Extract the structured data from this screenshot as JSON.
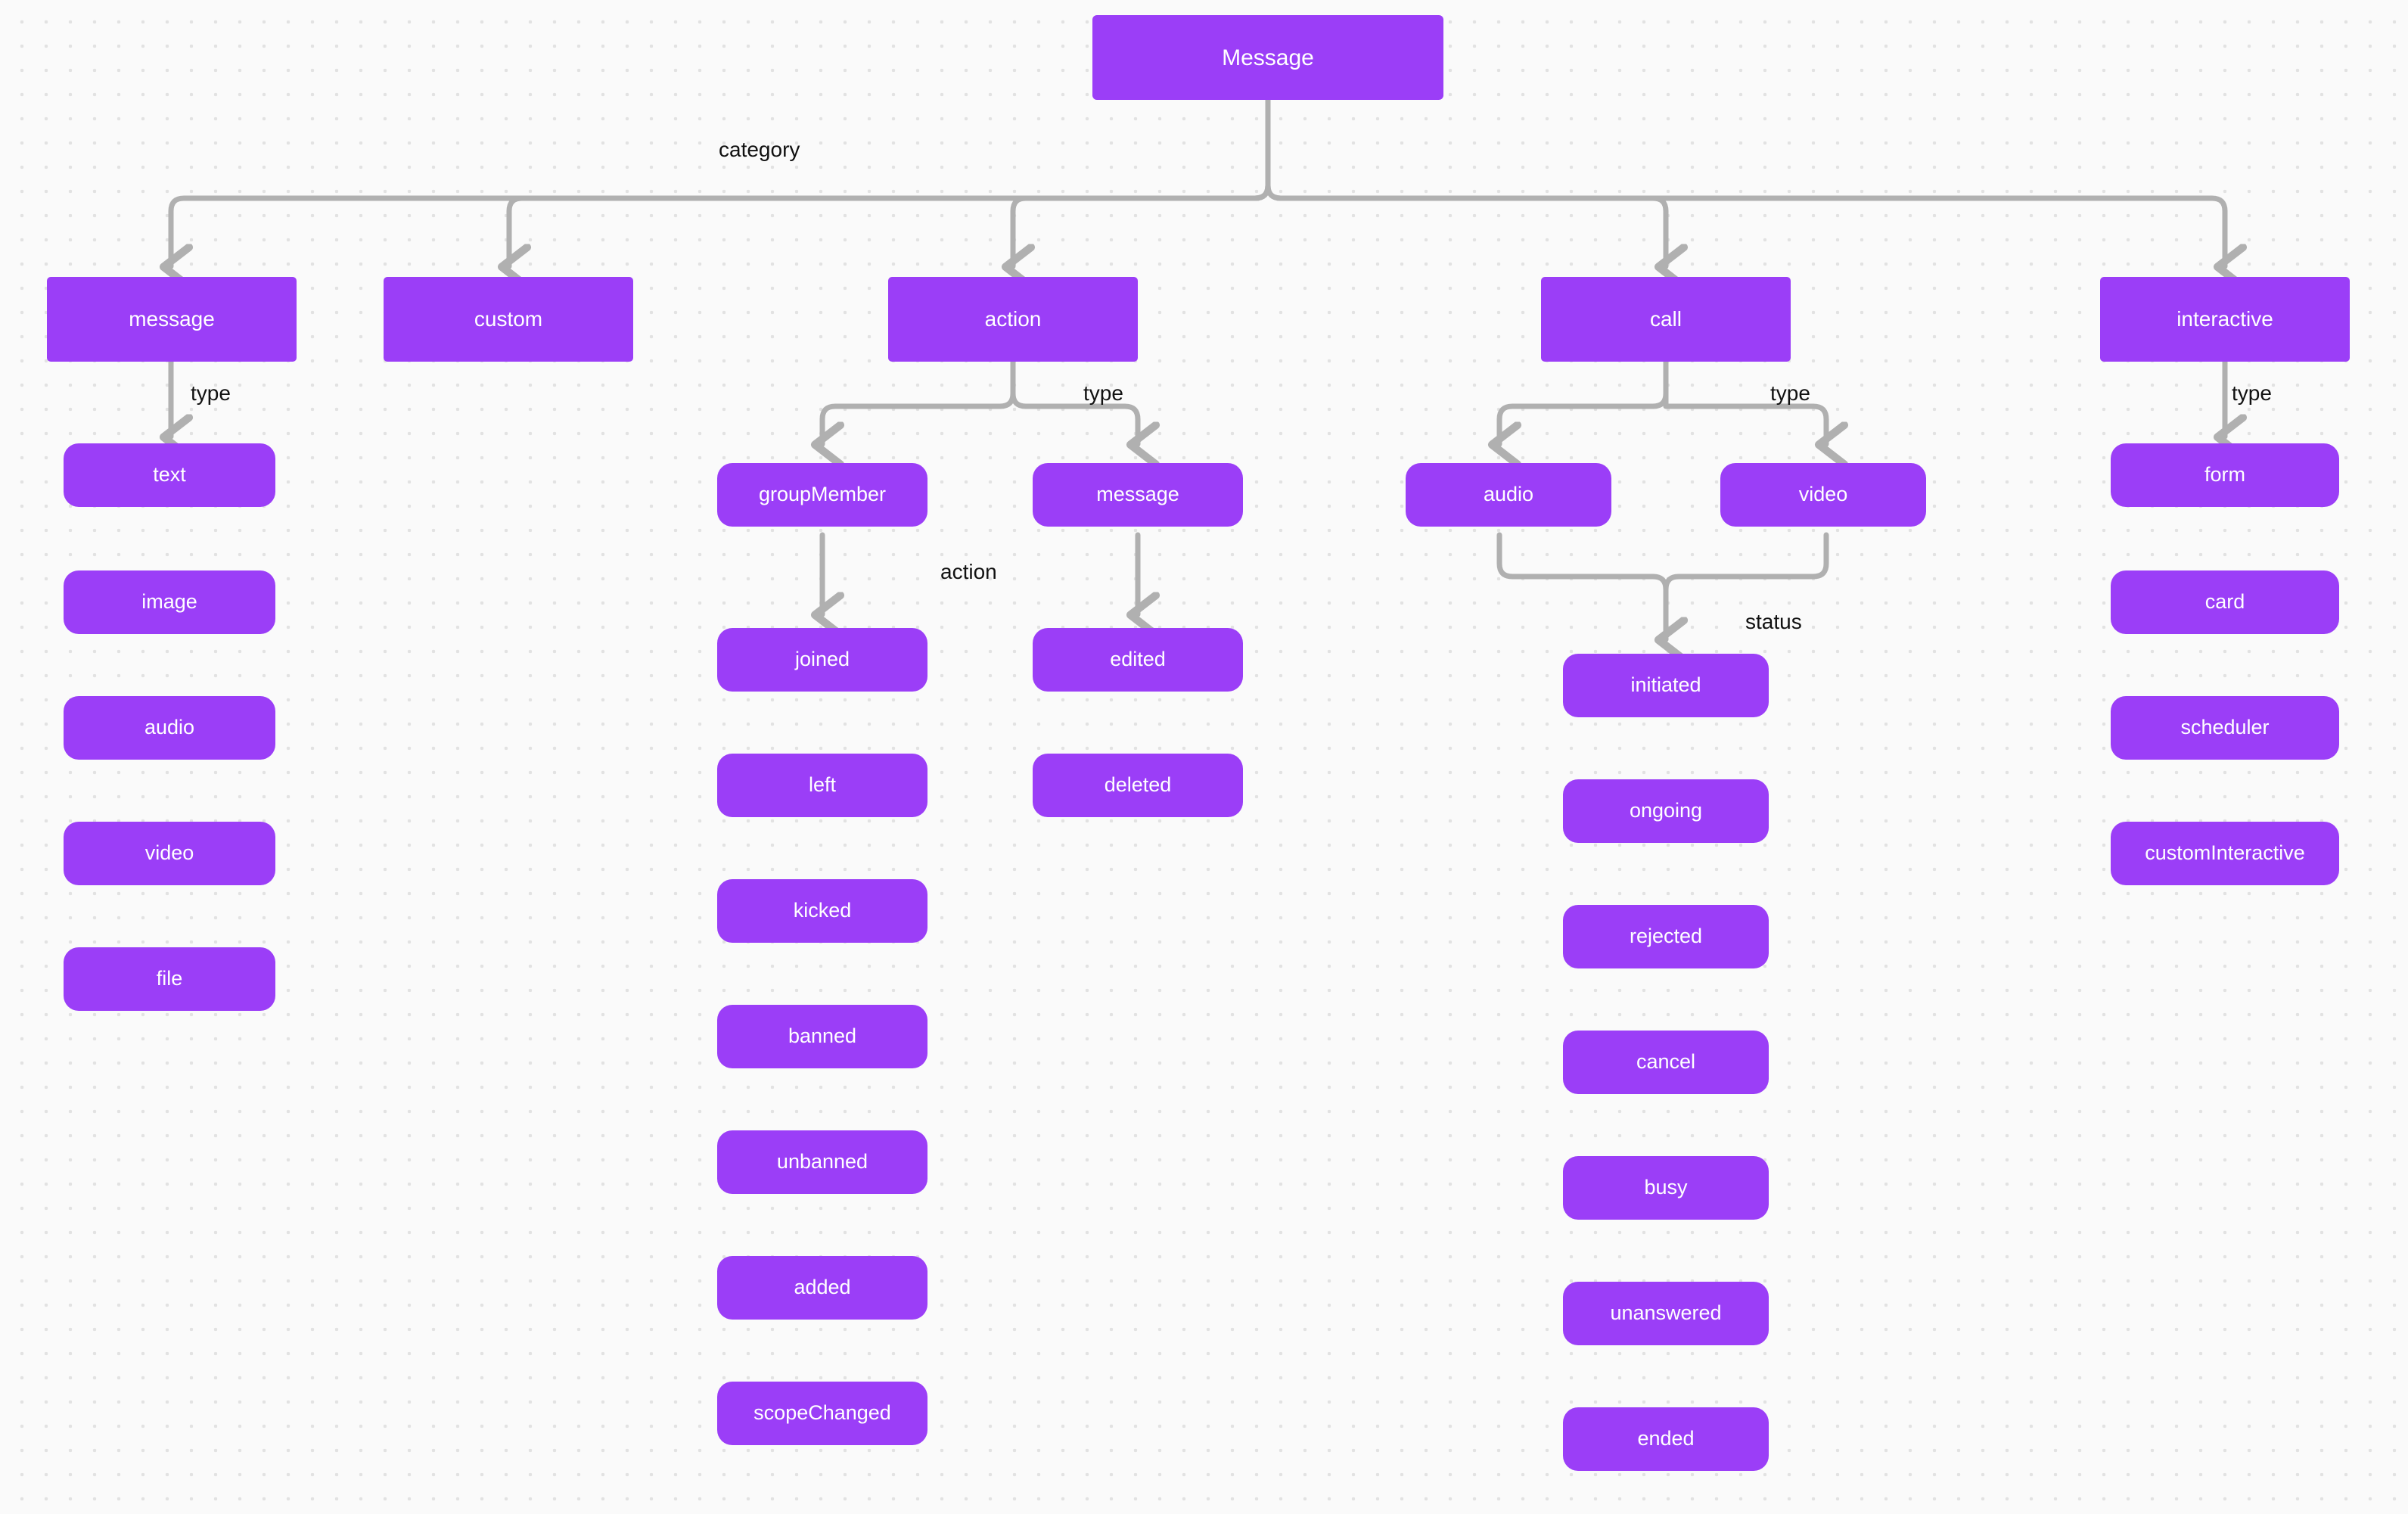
{
  "diagram": {
    "title_node": "Message",
    "background_color": "#fafafa",
    "node_color": "#9b3ef7",
    "node_text_color": "#ffffff",
    "edge_color": "#b0b0b0",
    "label_color": "#111111"
  },
  "root": {
    "label": "Message"
  },
  "edge_labels": {
    "category": "category",
    "type_message": "type",
    "type_action": "type",
    "type_call": "type",
    "type_interactive": "type",
    "action_groupmember": "action",
    "status_call": "status"
  },
  "categories": [
    {
      "key": "message",
      "label": "message"
    },
    {
      "key": "custom",
      "label": "custom"
    },
    {
      "key": "action",
      "label": "action"
    },
    {
      "key": "call",
      "label": "call"
    },
    {
      "key": "interactive",
      "label": "interactive"
    }
  ],
  "message_types": [
    {
      "label": "text"
    },
    {
      "label": "image"
    },
    {
      "label": "audio"
    },
    {
      "label": "video"
    },
    {
      "label": "file"
    }
  ],
  "action_types": [
    {
      "label": "groupMember"
    },
    {
      "label": "message"
    }
  ],
  "group_member_actions": [
    {
      "label": "joined"
    },
    {
      "label": "left"
    },
    {
      "label": "kicked"
    },
    {
      "label": "banned"
    },
    {
      "label": "unbanned"
    },
    {
      "label": "added"
    },
    {
      "label": "scopeChanged"
    }
  ],
  "message_actions": [
    {
      "label": "edited"
    },
    {
      "label": "deleted"
    }
  ],
  "call_types": [
    {
      "label": "audio"
    },
    {
      "label": "video"
    }
  ],
  "call_statuses": [
    {
      "label": "initiated"
    },
    {
      "label": "ongoing"
    },
    {
      "label": "rejected"
    },
    {
      "label": "cancel"
    },
    {
      "label": "busy"
    },
    {
      "label": "unanswered"
    },
    {
      "label": "ended"
    }
  ],
  "interactive_types": [
    {
      "label": "form"
    },
    {
      "label": "card"
    },
    {
      "label": "scheduler"
    },
    {
      "label": "customInteractive"
    }
  ]
}
